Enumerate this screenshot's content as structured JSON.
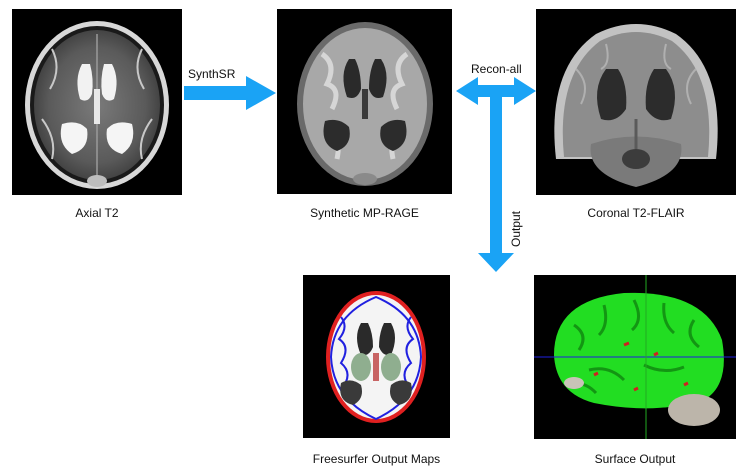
{
  "panels": {
    "axial_t2": {
      "caption": "Axial T2"
    },
    "synthetic_mprage": {
      "caption": "Synthetic MP-RAGE"
    },
    "coronal_flair": {
      "caption": "Coronal T2-FLAIR"
    },
    "freesurfer_maps": {
      "caption": "Freesurfer Output Maps"
    },
    "surface_output": {
      "caption": "Surface Output"
    }
  },
  "arrows": {
    "synthsr": "SynthSR",
    "reconall": "Recon-all",
    "output": "Output"
  },
  "colors": {
    "arrow": "#1aa3f5",
    "cortex_surface": "#22dd22",
    "pial_outline": "#e02020",
    "white_outline": "#2020e0"
  }
}
